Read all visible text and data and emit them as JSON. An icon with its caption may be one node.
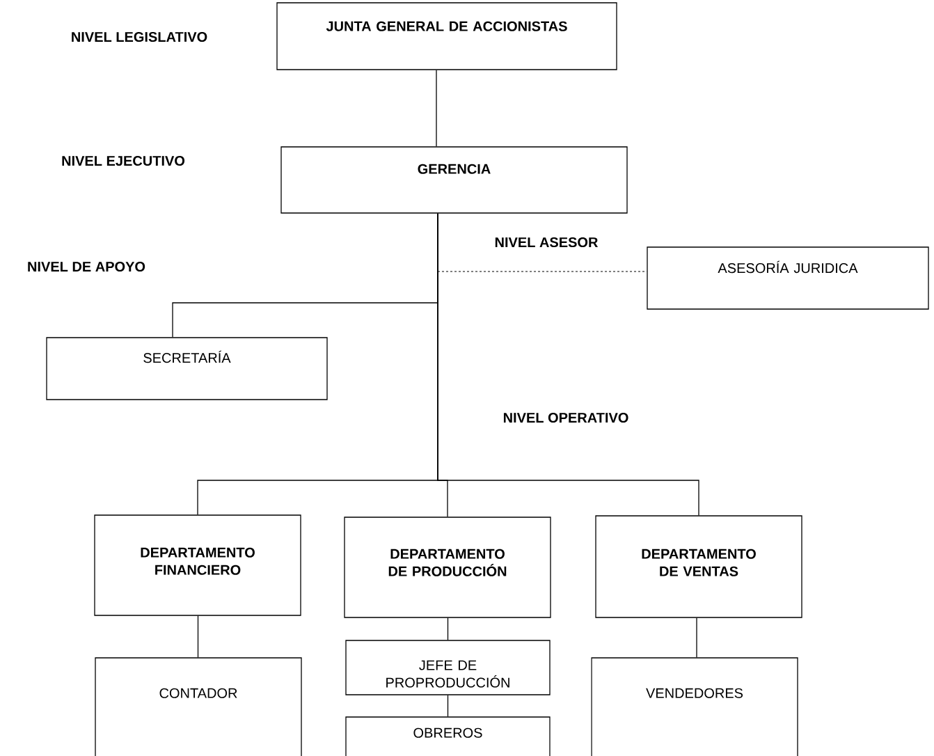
{
  "diagram": {
    "nodes": [
      {
        "text": [
          "JUNTA GENERAL DE ACCIONISTAS"
        ]
      },
      {
        "text": [
          "GERENCIA"
        ]
      },
      {
        "text": [
          "ASESORÍA JURIDICA"
        ]
      },
      {
        "text": [
          "SECRETARÍA"
        ]
      },
      {
        "text": [
          "DEPARTAMENTO FINANCIERO"
        ]
      },
      {
        "text": [
          "DEPARTAMENTO DE PRODUCCIÓN"
        ]
      },
      {
        "text": [
          "DEPARTAMENTO DE VENTAS"
        ]
      },
      {
        "text": [
          "CONTADOR"
        ]
      },
      {
        "text": [
          "JEFE DE PROPRODUCCIÓN"
        ]
      },
      {
        "text": [
          "OBREROS"
        ]
      },
      {
        "text": [
          "VENDEDORES"
        ]
      }
    ],
    "edges": [
      {
        "from": 0,
        "to": 1,
        "arrow": "none"
      },
      {
        "from": 1,
        "to": 2,
        "arrow": "none",
        "style": "dashed"
      },
      {
        "from": 1,
        "to": 3,
        "arrow": "none"
      },
      {
        "from": 1,
        "to": 4,
        "arrow": "none"
      },
      {
        "from": 1,
        "to": 5,
        "arrow": "none"
      },
      {
        "from": 1,
        "to": 6,
        "arrow": "none"
      },
      {
        "from": 4,
        "to": 7,
        "arrow": "none"
      },
      {
        "from": 5,
        "to": 8,
        "arrow": "none"
      },
      {
        "from": 8,
        "to": 9,
        "arrow": "none"
      },
      {
        "from": 6,
        "to": 10,
        "arrow": "none"
      }
    ],
    "labels": [
      "NIVEL LEGISLATIVO",
      "NIVEL EJECUTIVO",
      "NIVEL ASESOR",
      "NIVEL DE APOYO",
      "NIVEL OPERATIVO"
    ]
  }
}
